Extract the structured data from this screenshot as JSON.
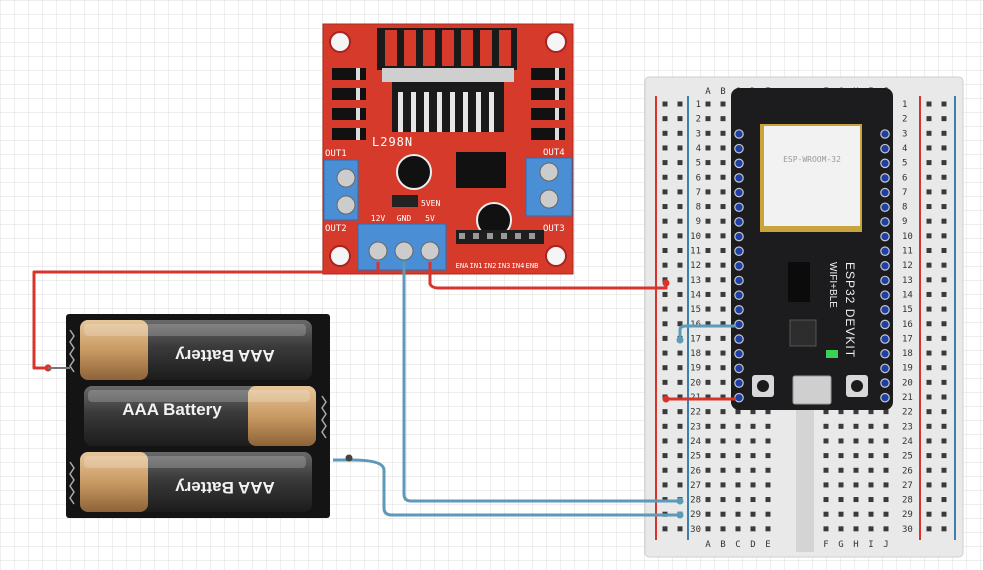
{
  "driver": {
    "title": "L298N",
    "out1": "OUT1",
    "out2": "OUT2",
    "out3": "OUT3",
    "out4": "OUT4",
    "enable": "5VEN",
    "power_labels": [
      "12V",
      "GND",
      "5V"
    ],
    "control_pins": [
      "ENA",
      "IN1",
      "IN2",
      "IN3",
      "IN4",
      "ENB"
    ]
  },
  "battery_pack": {
    "cells": [
      "AAA Battery",
      "AAA Battery",
      "AAA Battery"
    ]
  },
  "breadboard": {
    "columns_left": [
      "A",
      "B",
      "C",
      "D",
      "E"
    ],
    "columns_right": [
      "F",
      "G",
      "H",
      "I",
      "J"
    ],
    "rows": [
      1,
      2,
      3,
      4,
      5,
      6,
      7,
      8,
      9,
      10,
      11,
      12,
      13,
      14,
      15,
      16,
      17,
      18,
      19,
      20,
      21,
      22,
      23,
      24,
      25,
      26,
      27,
      28,
      29,
      30
    ]
  },
  "esp32": {
    "module": "ESP-WROOM-32",
    "name": "ESP32 DEVKIT",
    "sub": "WIFI+BLE"
  },
  "colors": {
    "wire_red": "#d9342b",
    "wire_blue": "#5b9ab8",
    "driver_red": "#d53a2a",
    "terminal_blue": "#4a8fd6",
    "rail_red": "#d9342b",
    "rail_blue": "#3f7fb0"
  }
}
